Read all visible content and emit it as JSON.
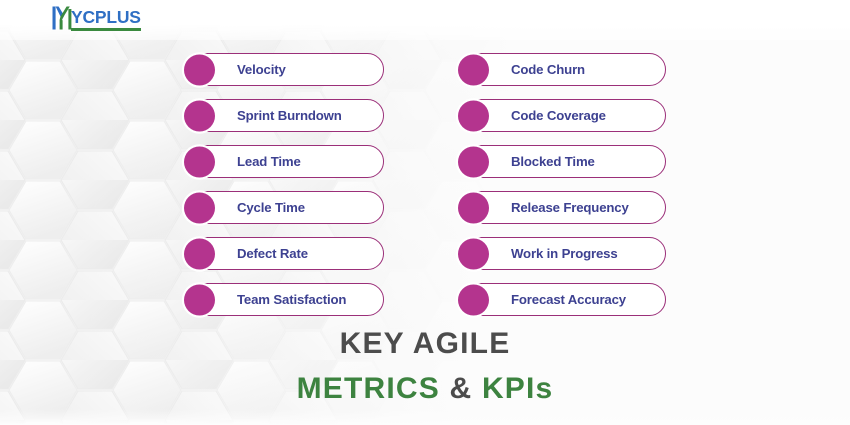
{
  "logo": {
    "mark_name": "mycplus-m-mark",
    "word": "YCPLUS",
    "full_name": "MYCPLUS",
    "word_color": "#2f6fc4",
    "accent_color": "#3a8a3f"
  },
  "theme": {
    "pill_border": "#9b2f79",
    "pill_fill": "#ffffff",
    "dot_color": "#b4348e",
    "label_color": "#3d4191",
    "heading_gray": "#4c4c4c",
    "heading_green": "#3d8340",
    "background": "#fbfbfb"
  },
  "columns": {
    "left": [
      {
        "label": "Velocity"
      },
      {
        "label": "Sprint Burndown"
      },
      {
        "label": "Lead Time"
      },
      {
        "label": "Cycle Time"
      },
      {
        "label": "Defect Rate"
      },
      {
        "label": "Team Satisfaction"
      }
    ],
    "right": [
      {
        "label": "Code Churn"
      },
      {
        "label": "Code Coverage"
      },
      {
        "label": "Blocked Time"
      },
      {
        "label": "Release Frequency"
      },
      {
        "label": "Work in Progress"
      },
      {
        "label": "Forecast Accuracy"
      }
    ]
  },
  "heading": {
    "line1": "KEY AGILE",
    "line2_part1": "METRICS",
    "line2_amp": "&",
    "line2_part2": "KPIs"
  }
}
